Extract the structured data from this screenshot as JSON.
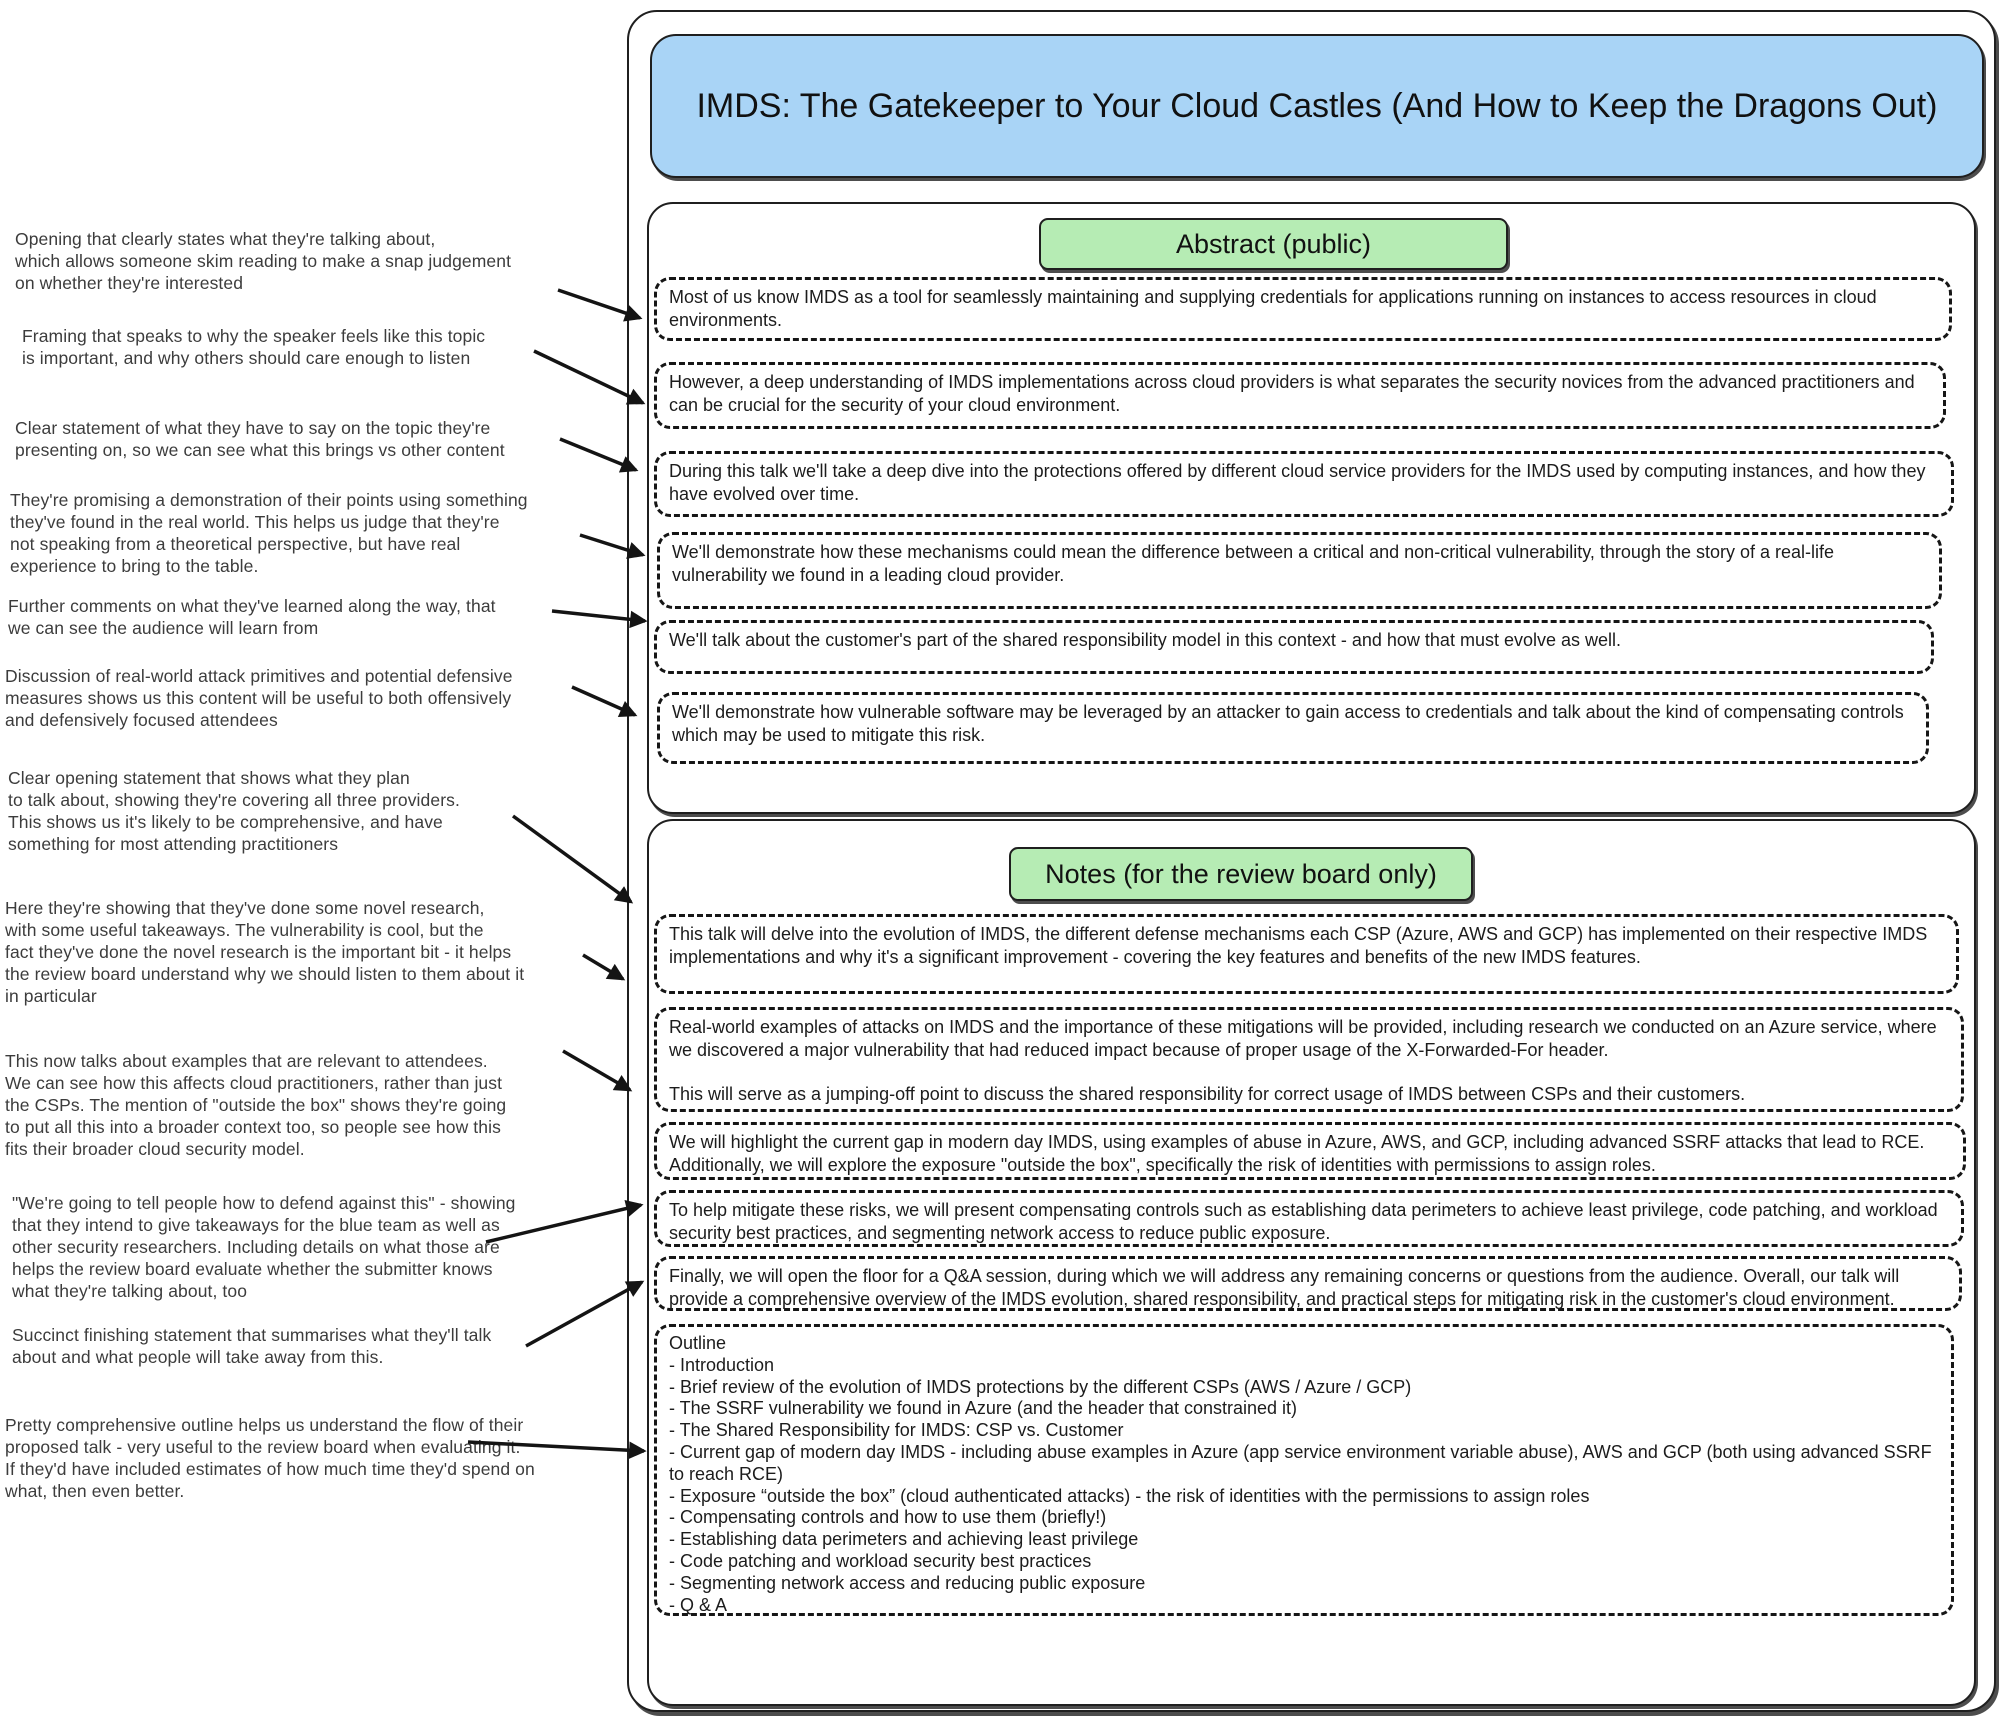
{
  "title": "IMDS: The Gatekeeper to Your Cloud Castles (And How to Keep the Dragons Out)",
  "colors": {
    "title_bg": "#a9d4f6",
    "section_label_bg": "#b6ecb4",
    "border": "#1f1f1f"
  },
  "abstract": {
    "label": "Abstract (public)",
    "boxes": [
      "Most of us know IMDS as a tool for seamlessly maintaining and supplying credentials for applications running on instances to access resources in cloud environments.",
      "However, a deep understanding of IMDS implementations across cloud providers is what separates the security novices from the advanced practitioners and can be crucial for the security of your cloud environment.",
      "During this talk we'll take a deep dive into the protections offered by different cloud service providers for the IMDS used by computing instances, and how they have evolved over time.",
      "We'll demonstrate how these mechanisms could mean the difference between a critical and non-critical vulnerability, through the story of a real-life vulnerability we found in a leading cloud provider.",
      "We'll talk about the customer's part of the shared responsibility model in this context - and how that must evolve as well.",
      "We'll demonstrate how vulnerable software may be leveraged by an attacker to gain access to credentials and talk about the kind of compensating controls which may be used to mitigate this risk."
    ]
  },
  "notes": {
    "label": "Notes (for the review board only)",
    "boxes": [
      "This talk will delve into the evolution of IMDS, the different defense mechanisms each CSP (Azure, AWS and GCP) has implemented on their respective IMDS implementations and why it's a significant improvement - covering the key features and benefits of the new IMDS features.",
      "Real-world examples of attacks on IMDS and the importance of these mitigations will be provided, including research we conducted on an Azure service, where we discovered a major vulnerability that had reduced impact because of proper usage of the X-Forwarded-For header.",
      "This will serve as a jumping-off point to discuss the shared responsibility for correct usage of IMDS between CSPs and their customers.",
      "We will highlight the current gap in modern day IMDS, using examples of abuse in Azure, AWS, and GCP, including advanced SSRF attacks that lead to RCE. Additionally, we will explore the exposure \"outside the box\", specifically the risk of identities with permissions to assign roles.",
      "To help mitigate these risks, we will present compensating controls such as establishing data perimeters to achieve least privilege, code patching, and workload security best practices, and segmenting network access to reduce public exposure.",
      "Finally, we will open the floor for a Q&A session, during which we will address any remaining concerns or questions from the audience. Overall, our talk will provide a comprehensive overview of the IMDS evolution, shared responsibility, and practical steps for mitigating risk in the customer's cloud environment."
    ],
    "outline": {
      "lines": [
        "Outline",
        "- Introduction",
        "- Brief review of the evolution of IMDS protections by the different CSPs (AWS / Azure / GCP)",
        "- The SSRF vulnerability we found in Azure (and the header that constrained it)",
        "- The Shared Responsibility for IMDS: CSP vs. Customer",
        "- Current gap of modern day IMDS - including abuse examples in Azure (app service environment variable abuse), AWS and GCP (both using advanced SSRF to reach RCE)",
        "- Exposure “outside the box” (cloud authenticated attacks) - the risk of identities with the permissions to assign roles",
        "- Compensating controls and how to use them (briefly!)",
        "- Establishing data perimeters and achieving least privilege",
        "- Code patching and workload security best practices",
        "- Segmenting network access and reducing public exposure",
        "- Q & A"
      ]
    }
  },
  "annotations": [
    "Opening that clearly states what they're talking about,\nwhich allows someone skim reading to make a snap judgement\non whether they're interested",
    "Framing that speaks to why the speaker feels like this topic\nis important, and why others should care enough to listen",
    "Clear statement of what they have to say on the topic they're\npresenting on, so we can see what this brings vs other content",
    "They're promising a demonstration of their points using something\nthey've found in the real world. This helps us judge that they're\nnot speaking from a theoretical perspective, but have real\nexperience to bring to the table.",
    "Further comments on what they've learned along the way, that\nwe can see the audience will learn from",
    "Discussion of real-world attack primitives and potential defensive\nmeasures shows us this content will be useful to both offensively\nand defensively focused attendees",
    "Clear opening statement that shows what they plan\nto talk about, showing they're covering all three providers.\nThis shows us it's likely to be comprehensive, and have\nsomething for most attending practitioners",
    "Here they're showing that they've done some novel research,\nwith some useful takeaways. The vulnerability is cool, but the\nfact they've done the novel research is the important bit - it helps\nthe review board understand why we should listen to them about it\nin particular",
    "This now talks about examples that are relevant to attendees.\nWe can see how this affects cloud practitioners, rather than just\nthe CSPs. The mention of \"outside the box\" shows they're going\nto put all this into a broader context too, so people see how this\nfits their broader cloud security model.",
    "\"We're going to tell people how to defend against this\" - showing\nthat they intend to give takeaways for the blue team as well as\nother security researchers. Including details on what those are\nhelps the review board evaluate whether the submitter knows\nwhat they're talking about, too",
    "Succinct finishing statement that summarises what they'll talk\nabout and what people will take away from this.",
    "Pretty comprehensive outline helps us understand the flow of their\nproposed talk - very useful to the review board when evaluating it.\nIf they'd have included estimates of how much time they'd spend on\nwhat, then even better."
  ]
}
